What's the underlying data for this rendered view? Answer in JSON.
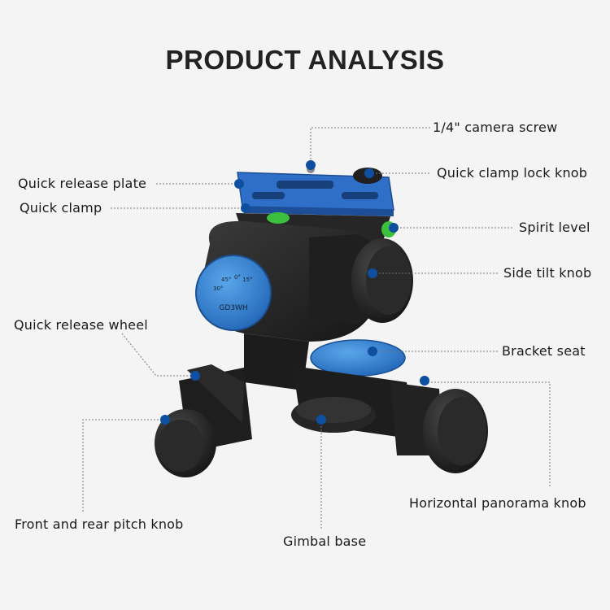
{
  "title": "PRODUCT ANALYSIS",
  "product_dial_text": "GD3WH",
  "dial_scale": [
    "30°",
    "45°",
    "0°",
    "15°"
  ],
  "labels": {
    "camera_screw": "1/4\" camera screw",
    "quick_release_plate": "Quick release plate",
    "quick_clamp_lock_knob": "Quick clamp lock knob",
    "quick_clamp": "Quick clamp",
    "spirit_level": "Spirit level",
    "side_tilt_knob": "Side tilt knob",
    "quick_release_wheel": "Quick release wheel",
    "bracket_seat": "Bracket seat",
    "front_rear_pitch_knob": "Front and rear pitch knob",
    "horizontal_panorama_knob": "Horizontal panorama knob",
    "gimbal_base": "Gimbal base"
  },
  "colors": {
    "marker": "#0f4fa0",
    "accent_blue": "#2f7fd0",
    "body": "#2b2b2b",
    "level": "#3cbf3c"
  }
}
